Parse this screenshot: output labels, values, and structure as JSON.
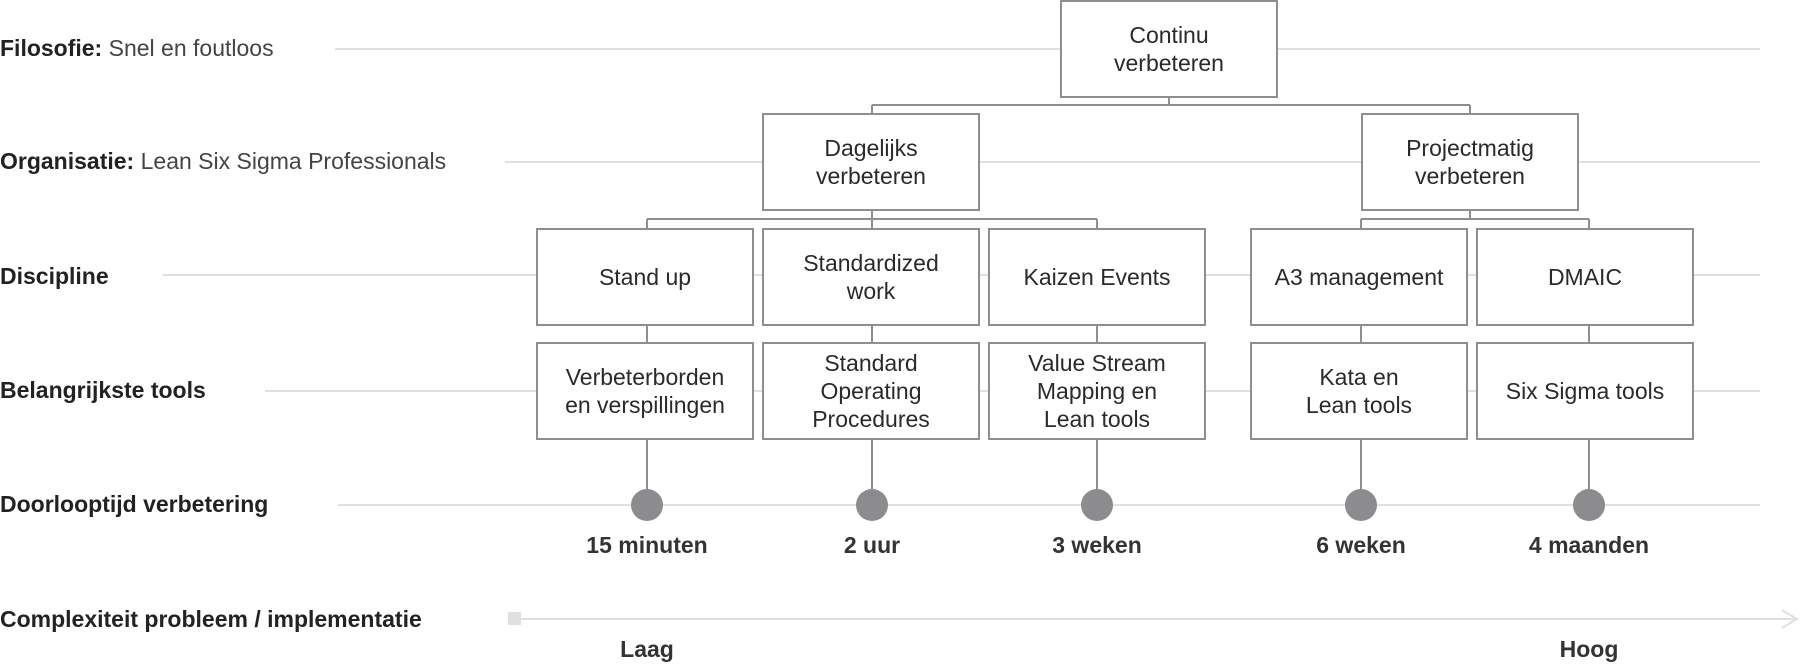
{
  "rows": [
    {
      "key": "Filosofie:",
      "value": "Snel en foutloos"
    },
    {
      "key": "Organisatie:",
      "value": "Lean Six Sigma Professionals"
    },
    {
      "key": "Discipline",
      "value": ""
    },
    {
      "key": "Belangrijkste tools",
      "value": ""
    },
    {
      "key": "Doorlooptijd verbetering",
      "value": ""
    },
    {
      "key": "Complexiteit probleem / implementatie",
      "value": ""
    }
  ],
  "root": {
    "label": "Continu\nverbeteren"
  },
  "branches": [
    {
      "label": "Dagelijks\nverbeteren"
    },
    {
      "label": "Projectmatig\nverbeteren"
    }
  ],
  "disciplines": [
    {
      "label": "Stand up",
      "tool": "Verbeterborden\nen verspillingen",
      "time": "15 minuten"
    },
    {
      "label": "Standardized\nwork",
      "tool": "Standard\nOperating\nProcedures",
      "time": "2 uur"
    },
    {
      "label": "Kaizen Events",
      "tool": "Value Stream\nMapping en\nLean tools",
      "time": "3 weken"
    },
    {
      "label": "A3 management",
      "tool": "Kata en\nLean tools",
      "time": "6 weken"
    },
    {
      "label": "DMAIC",
      "tool": "Six Sigma tools",
      "time": "4 maanden"
    }
  ],
  "axis": {
    "low": "Laag",
    "high": "Hoog"
  },
  "colors": {
    "line": "#e0e0e0",
    "connector": "#8e8e8e",
    "dot": "#8c8c8e",
    "text": "#222222"
  }
}
